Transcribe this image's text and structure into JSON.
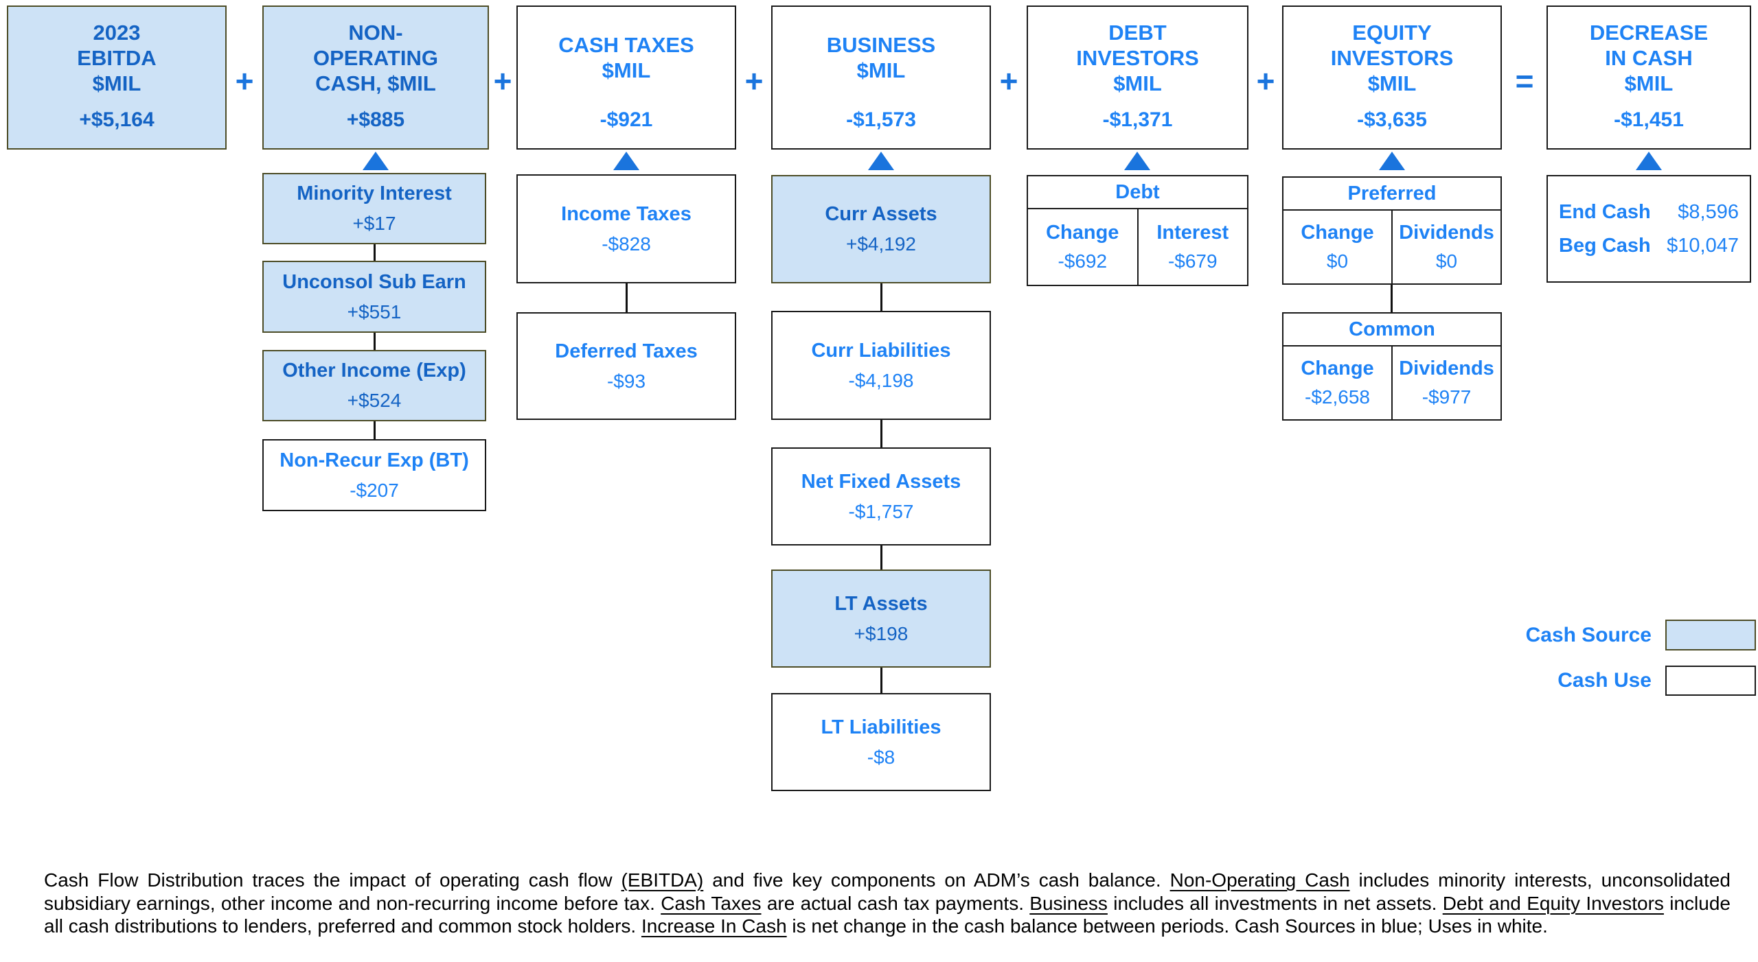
{
  "palette": {
    "source_fill": "#cde2f6",
    "use_fill": "#ffffff",
    "source_text": "#1463c4",
    "use_text": "#1e82f5",
    "operator_blue": "#1a74dd"
  },
  "header": {
    "boxes": [
      {
        "title": "2023\nEBITDA\n$MIL",
        "value": "+$5,164",
        "type": "source"
      },
      {
        "title": "NON-\nOPERATING\nCASH, $MIL",
        "value": "+$885",
        "type": "source"
      },
      {
        "title": "CASH TAXES\n$MIL",
        "value": "-$921",
        "type": "use"
      },
      {
        "title": "BUSINESS\n$MIL",
        "value": "-$1,573",
        "type": "use"
      },
      {
        "title": "DEBT\nINVESTORS\n$MIL",
        "value": "-$1,371",
        "type": "use"
      },
      {
        "title": "EQUITY\nINVESTORS\n$MIL",
        "value": "-$3,635",
        "type": "use"
      },
      {
        "title": "DECREASE\nIN CASH\n$MIL",
        "value": "-$1,451",
        "type": "use"
      }
    ],
    "operators": [
      "+",
      "+",
      "+",
      "+",
      "+",
      "="
    ]
  },
  "columns": {
    "non_operating": [
      {
        "label": "Minority Interest",
        "value": "+$17",
        "type": "source"
      },
      {
        "label": "Unconsol Sub Earn",
        "value": "+$551",
        "type": "source"
      },
      {
        "label": "Other Income (Exp)",
        "value": "+$524",
        "type": "source"
      },
      {
        "label": "Non-Recur Exp (BT)",
        "value": "-$207",
        "type": "use"
      }
    ],
    "cash_taxes": [
      {
        "label": "Income Taxes",
        "value": "-$828",
        "type": "use"
      },
      {
        "label": "Deferred Taxes",
        "value": "-$93",
        "type": "use"
      }
    ],
    "business": [
      {
        "label": "Curr Assets",
        "value": "+$4,192",
        "type": "source"
      },
      {
        "label": "Curr Liabilities",
        "value": "-$4,198",
        "type": "use"
      },
      {
        "label": "Net Fixed Assets",
        "value": "-$1,757",
        "type": "use"
      },
      {
        "label": "LT Assets",
        "value": "+$198",
        "type": "source"
      },
      {
        "label": "LT Liabilities",
        "value": "-$8",
        "type": "use"
      }
    ],
    "debt_investors": {
      "title": "Debt",
      "cols": [
        {
          "label": "Change",
          "value": "-$692"
        },
        {
          "label": "Interest",
          "value": "-$679"
        }
      ]
    },
    "equity_investors": [
      {
        "title": "Preferred",
        "cols": [
          {
            "label": "Change",
            "value": "$0"
          },
          {
            "label": "Dividends",
            "value": "$0"
          }
        ]
      },
      {
        "title": "Common",
        "cols": [
          {
            "label": "Change",
            "value": "-$2,658"
          },
          {
            "label": "Dividends",
            "value": "-$977"
          }
        ]
      }
    ],
    "cash_balance": [
      {
        "label": "End Cash",
        "value": "$8,596"
      },
      {
        "label": "Beg Cash",
        "value": "$10,047"
      }
    ]
  },
  "legend": [
    {
      "label": "Cash Source",
      "type": "source"
    },
    {
      "label": "Cash Use",
      "type": "use"
    }
  ],
  "footnote": {
    "segments": [
      {
        "text": "Cash Flow Distribution traces the impact of operating cash flow ",
        "underline": false
      },
      {
        "text": "(EBITDA)",
        "underline": true
      },
      {
        "text": " and five key components on ADM’s cash balance.  ",
        "underline": false
      },
      {
        "text": "Non-Operating Cash",
        "underline": true
      },
      {
        "text": " includes minority interests, unconsolidated subsidiary earnings, other income and non-recurring  income before tax.  ",
        "underline": false
      },
      {
        "text": "Cash Taxes",
        "underline": true
      },
      {
        "text": " are actual cash tax payments.  ",
        "underline": false
      },
      {
        "text": "Business",
        "underline": true
      },
      {
        "text": " includes all investments in net assets.  ",
        "underline": false
      },
      {
        "text": "Debt and Equity Investors",
        "underline": true
      },
      {
        "text": " include all cash distributions to lenders, preferred and common stock holders.  ",
        "underline": false
      },
      {
        "text": "Increase In Cash",
        "underline": true
      },
      {
        "text": " is net change in the cash balance between periods.  Cash Sources in blue;  Uses in white.",
        "underline": false
      }
    ]
  }
}
